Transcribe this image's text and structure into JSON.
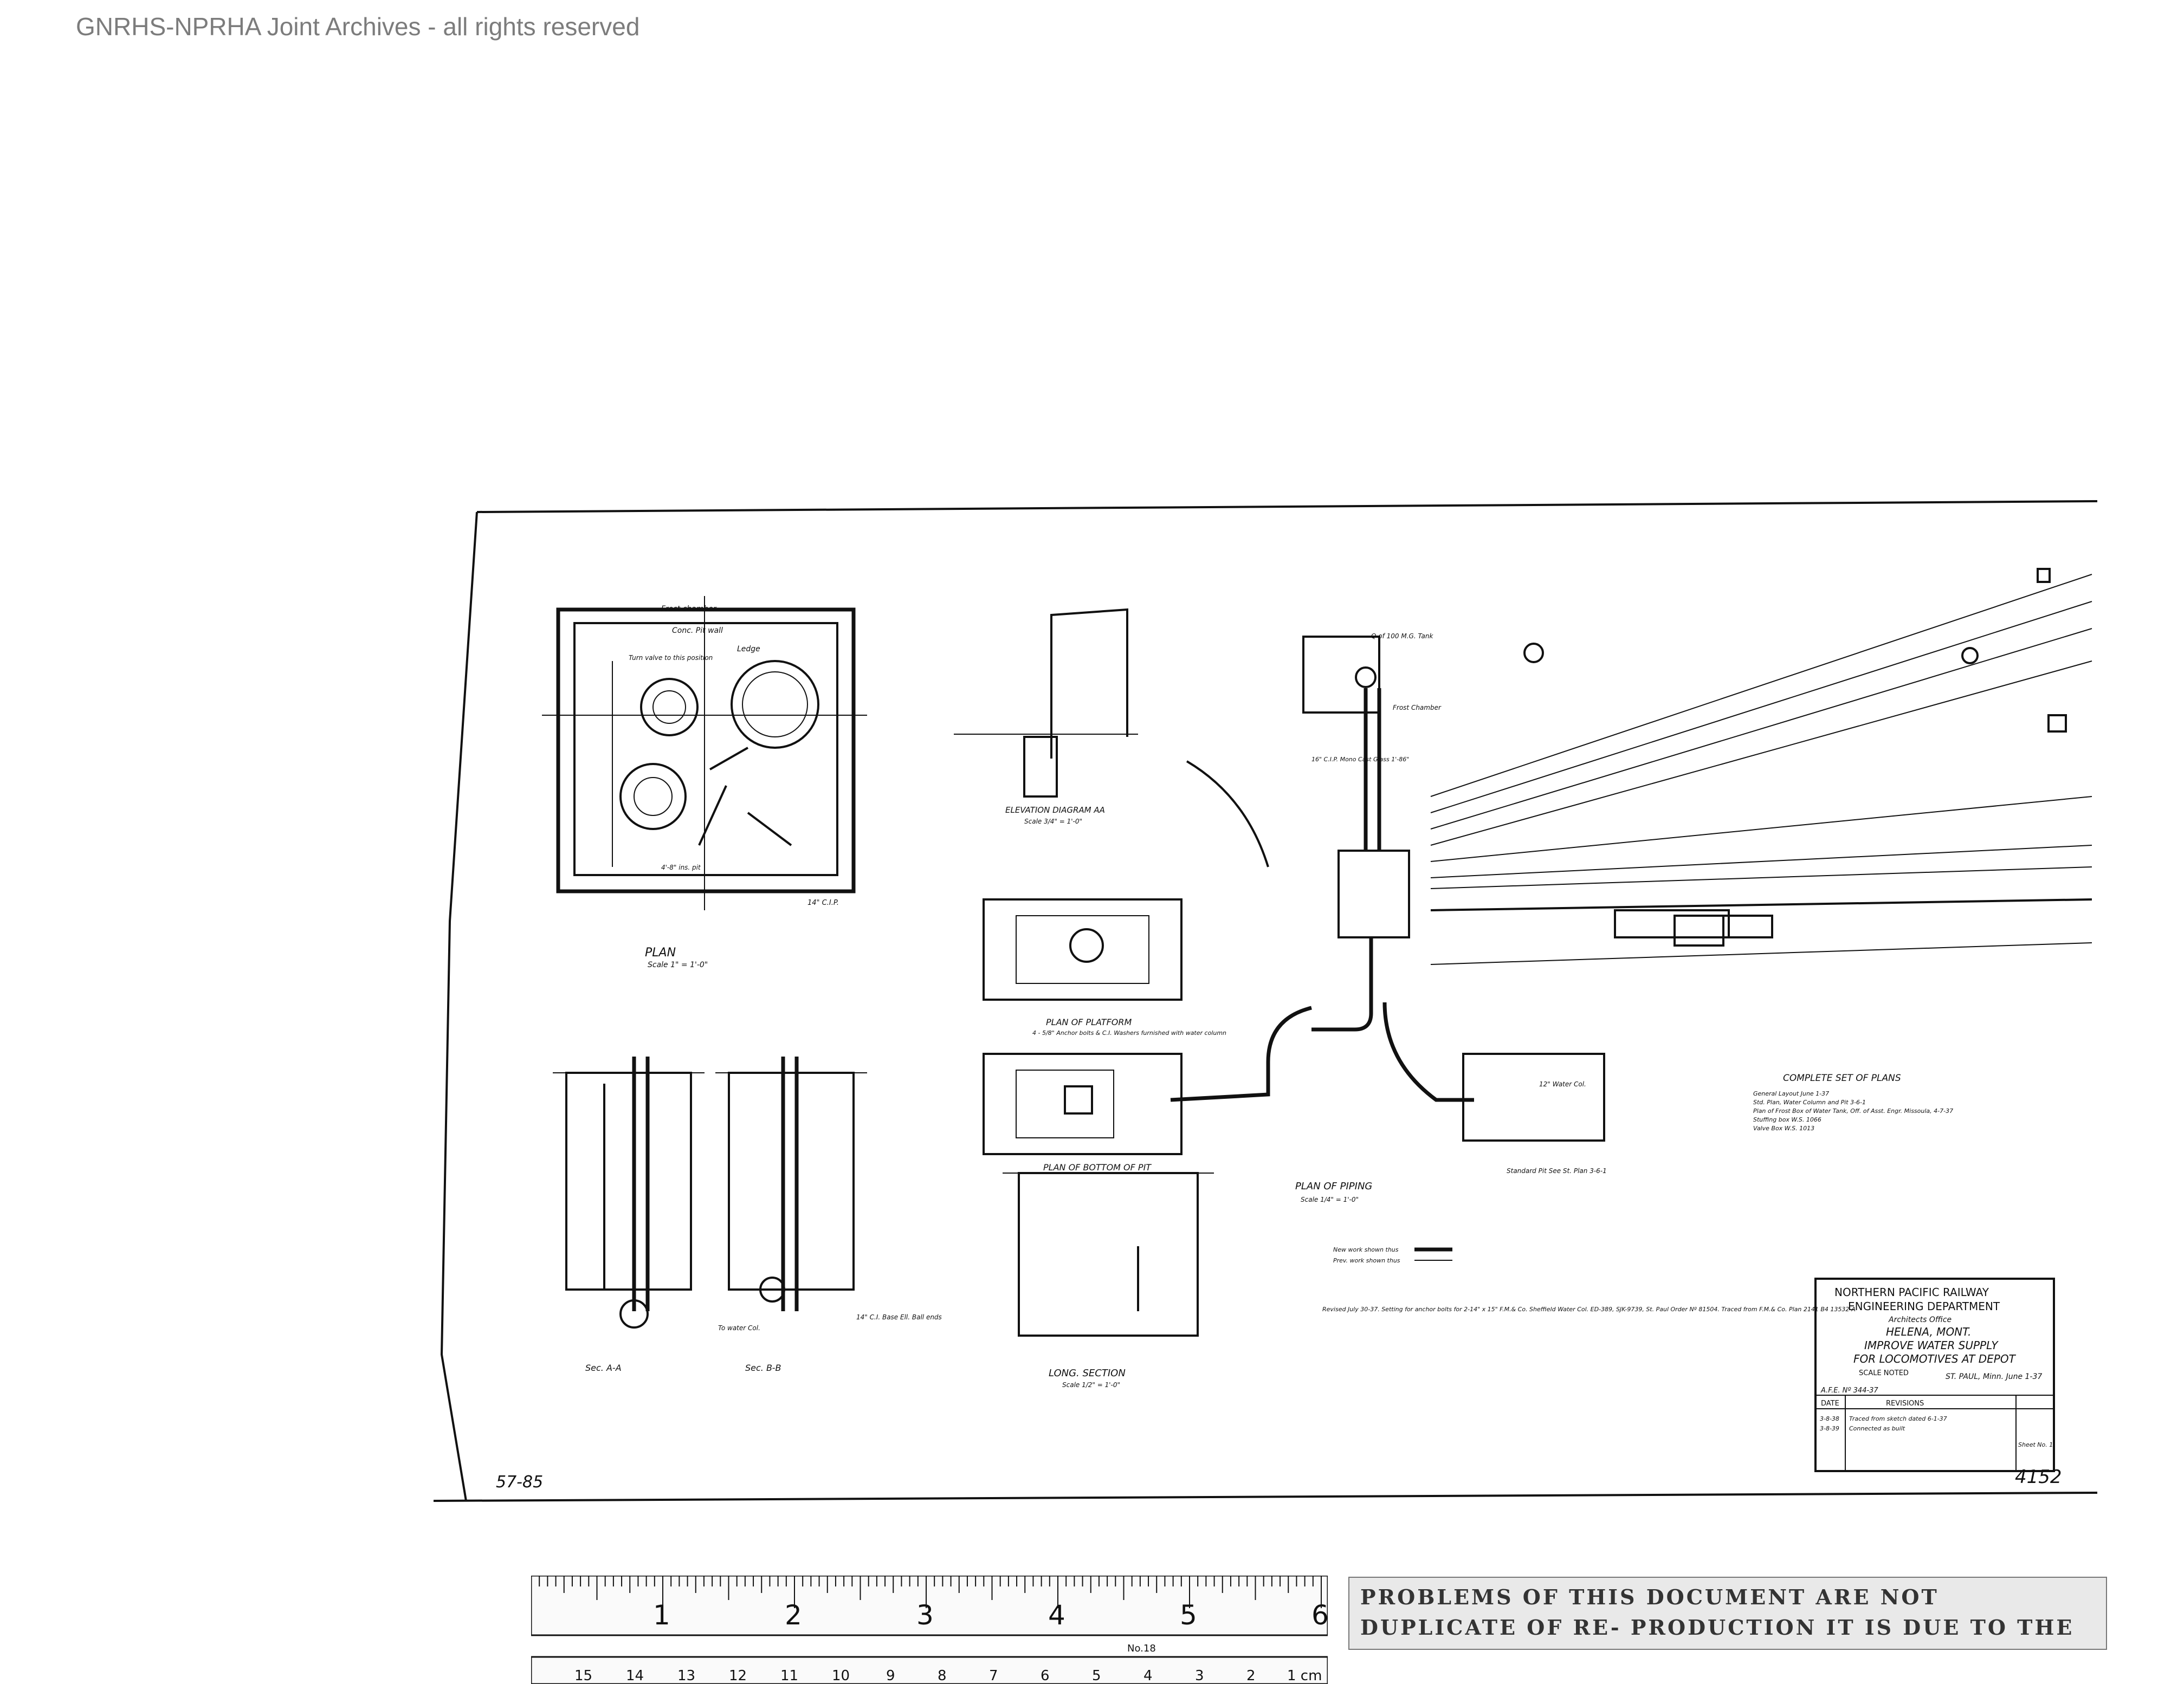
{
  "watermark": "GNRHS-NPRHA Joint Archives - all rights reserved",
  "views": {
    "plan": {
      "title": "PLAN",
      "scale": "Scale 1\" = 1'-0\""
    },
    "sec_aa": {
      "title": "Sec. A-A"
    },
    "sec_bb": {
      "title": "Sec. B-B"
    },
    "elevation": {
      "title": "ELEVATION DIAGRAM AA",
      "scale": "Scale 3/4\" = 1'-0\""
    },
    "platform": {
      "title": "PLAN OF PLATFORM"
    },
    "pit_bottom": {
      "title": "PLAN OF BOTTOM OF PIT"
    },
    "long_section": {
      "title": "LONG. SECTION",
      "scale": "Scale 1/2\" = 1'-0\""
    },
    "piping": {
      "title": "PLAN OF PIPING",
      "scale": "Scale 1/4\" = 1'-0\""
    }
  },
  "labels": {
    "frost_chamber": "Frost chamber",
    "conc_pit_wall": "Conc. Pit wall",
    "ledge": "Ledge",
    "turn_valve": "Turn valve to this position",
    "inside_pit": "4'-8\" ins. pit",
    "clp_14": "14\" C.I.P.",
    "tank": "Q of 100 M.G. Tank",
    "frost_chamber_2": "Frost Chamber",
    "mono_cast": "16\" C.I.P. Mono Cast Glass 1'-86\"",
    "standard_pit": "Standard Pit See St. Plan 3-6-1",
    "water_col": "12\" Water Col.",
    "anchor_bolts": "4 - 5/8\" Anchor bolts & C.I. Washers furnished with water column",
    "to_water_col": "To water Col.",
    "ell": "14\" C.I. Base Ell. Ball ends",
    "new_work": "New work shown thus",
    "prev_work": "Prev. work shown thus",
    "revised_note": "Revised July 30-37. Setting for anchor bolts for 2-14\" x 15\" F.M.& Co. Sheffield Water Col. ED-389, SJK-9739, St. Paul Order Nº 81504. Traced from F.M.& Co. Plan 2141 B4 13532-A",
    "scale_mark": "57-85"
  },
  "plans_list": {
    "title": "COMPLETE SET OF PLANS",
    "items": [
      "General Layout June 1-37",
      "Std. Plan, Water Column and Pit 3-6-1",
      "Plan of Frost Box of Water Tank, Off. of Asst. Engr. Missoula, 4-7-37",
      "Stuffing box W.S. 1066",
      "Valve Box W.S. 1013"
    ]
  },
  "title_block": {
    "line1": "NORTHERN PACIFIC RAILWAY",
    "line2": "ENGINEERING DEPARTMENT",
    "line3": "Architects Office",
    "line4": "HELENA, MONT.",
    "line5": "IMPROVE WATER SUPPLY",
    "line6": "FOR LOCOMOTIVES AT DEPOT",
    "scale": "SCALE NOTED",
    "place_date": "ST. PAUL, Minn. June 1-37",
    "afe": "A.F.E. Nº 344-37",
    "col_date": "DATE",
    "col_rev": "REVISIONS",
    "rev_rows": [
      {
        "date": "3-8-38",
        "text": "Traced from sketch dated 6-1-37"
      },
      {
        "date": "3-8-39",
        "text": "Connected as built"
      }
    ],
    "sheet": "Sheet No. 1",
    "drawing_no": "4152"
  },
  "ruler": {
    "inch_labels": [
      "1",
      "2",
      "3",
      "4",
      "5",
      "6"
    ],
    "cm_labels": [
      "1 cm",
      "2",
      "3",
      "4",
      "5",
      "6",
      "7",
      "8",
      "9",
      "10",
      "11",
      "12",
      "13",
      "14",
      "15"
    ],
    "mark": "No.18"
  },
  "stamp": "PROBLEMS OF THIS DOCUMENT ARE NOT DUPLICATE OF RE- PRODUCTION IT IS DUE TO THE QUALITY OF THE DOCUMENT."
}
